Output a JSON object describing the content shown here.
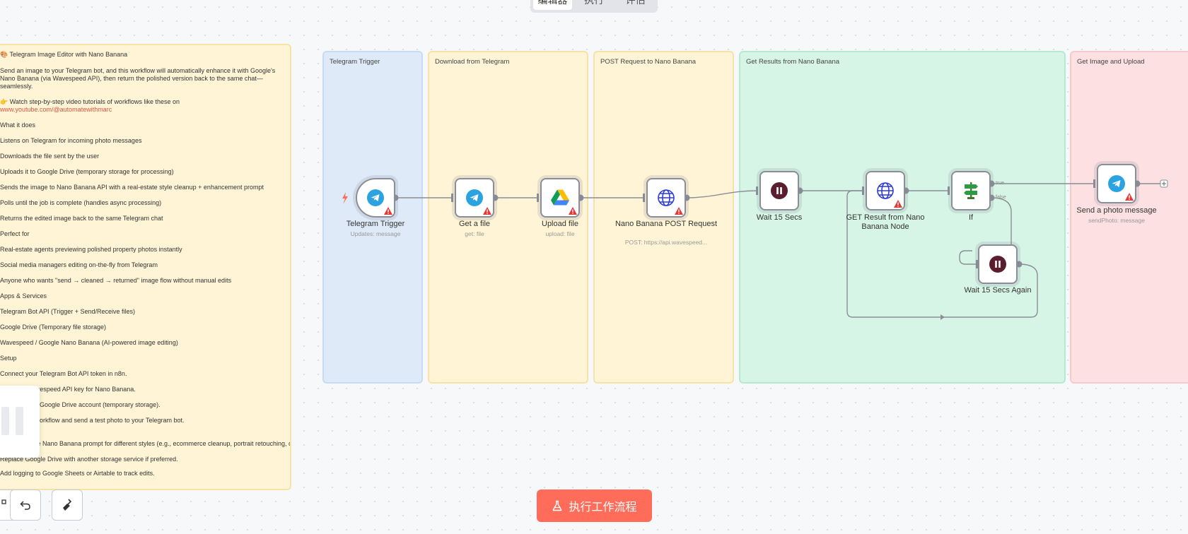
{
  "tabs": [
    "编辑器",
    "执行",
    "评估"
  ],
  "description_note": {
    "title": "🎨 Telegram Image Editor with Nano Banana",
    "intro": "Send an image to your Telegram bot, and this workflow will automatically enhance it with Google's Nano Banana (via Wavespeed API), then return the polished version back to the same chat—seamlessly.",
    "watch": "👉 Watch step-by-step video tutorials of workflows like these on",
    "link": "www.youtube.com/@automatewithmarc",
    "lines": [
      "What it does",
      "Listens on Telegram for incoming photo messages",
      "Downloads the file sent by the user",
      "Uploads it to Google Drive (temporary storage for processing)",
      "Sends the image to Nano Banana API with a real-estate style cleanup + enhancement prompt",
      "Polls until the job is complete (handles async processing)",
      "Returns the edited image back to the same Telegram chat",
      "Perfect for",
      "Real-estate agents previewing polished property photos instantly",
      "Social media managers editing on-the-fly from Telegram",
      "Anyone who wants \"send → cleaned → returned\" image flow without manual edits",
      "Apps & Services",
      "Telegram Bot API (Trigger + Send/Receive files)",
      "Google Drive (Temporary file storage)",
      "Wavespeed / Google Nano Banana (AI-powered image editing)",
      "Setup",
      "Connect your Telegram Bot API token in n8n.",
      "Add your Wavespeed API key for Nano Banana.",
      "Connect your Google Drive account (temporary storage).",
      "Activate the workflow and send a test photo to your Telegram bot."
    ],
    "tail_lines": [
      "Customize the Nano Banana prompt for different styles (e.g., ecommerce cleanup, portrait retouching, color grading).",
      "Replace Google Drive with another storage service if preferred.",
      "Add logging to Google Sheets or Airtable to track edits."
    ]
  },
  "groups": [
    {
      "title": "Telegram Trigger",
      "color": "#deeaf7",
      "border": "#c7dcf2"
    },
    {
      "title": "Download from Telegram",
      "color": "#fff5d6",
      "border": "#f7e3a6"
    },
    {
      "title": "POST Request to Nano Banana",
      "color": "#fff5d6",
      "border": "#f7e3a6"
    },
    {
      "title": "Get Results from Nano Banana",
      "color": "#d7f5e6",
      "border": "#b4ead0"
    },
    {
      "title": "Get Image and Upload",
      "color": "#fde0e2",
      "border": "#f8c8cc"
    }
  ],
  "nodes": {
    "telegram_trigger": {
      "label": "Telegram Trigger",
      "sub": "Updates: message",
      "icon": "telegram-icon"
    },
    "get_file": {
      "label": "Get a file",
      "sub": "get: file",
      "icon": "telegram-icon"
    },
    "upload_file": {
      "label": "Upload file",
      "sub": "upload: file",
      "icon": "google-drive-icon"
    },
    "nano_post": {
      "label": "Nano Banana POST Request",
      "sub": "POST: https://api.wavespeed...",
      "icon": "globe-icon"
    },
    "wait_15": {
      "label": "Wait 15 Secs",
      "sub": "",
      "icon": "pause-icon"
    },
    "get_result": {
      "label": "GET Result from Nano Banana Node",
      "sub": "",
      "icon": "globe-icon"
    },
    "if_node": {
      "label": "If",
      "sub": "",
      "icon": "signpost-icon",
      "out_true": "true",
      "out_false": "false"
    },
    "wait_again": {
      "label": "Wait 15 Secs Again",
      "sub": "",
      "icon": "pause-icon"
    },
    "send_photo": {
      "label": "Send a photo message",
      "sub": "sendPhoto: message",
      "icon": "telegram-icon"
    }
  },
  "run_button": {
    "label": "执行工作流程",
    "icon": "flask-icon"
  },
  "colors": {
    "accent": "#ff6d5a",
    "telegram": "#2aa3e0",
    "wait": "#5a1e2e",
    "warning": "#e53935"
  }
}
